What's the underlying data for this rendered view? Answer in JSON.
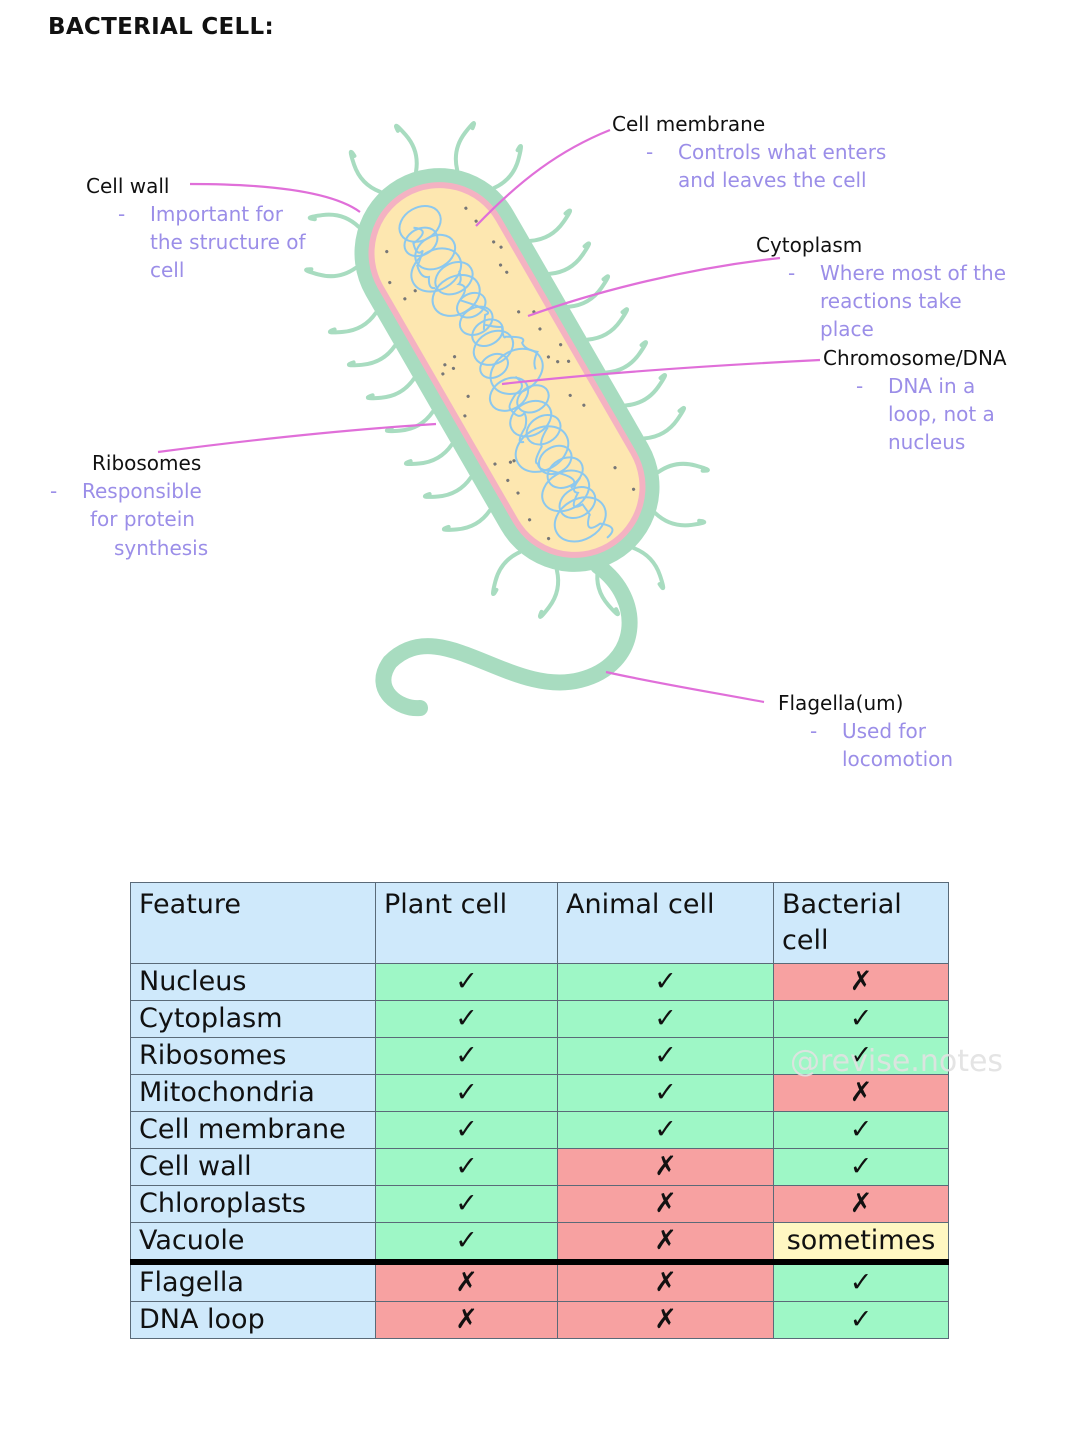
{
  "title": "BACTERIAL CELL:",
  "diagram": {
    "labels": {
      "cell_membrane": {
        "title": "Cell membrane",
        "desc": [
          "Controls what enters",
          "and leaves the cell"
        ]
      },
      "cell_wall": {
        "title": "Cell wall",
        "desc": [
          "Important for",
          "the structure of",
          "cell"
        ]
      },
      "cytoplasm": {
        "title": "Cytoplasm",
        "desc": [
          "Where most of the",
          "reactions take",
          "place"
        ]
      },
      "chromosome": {
        "title": "Chromosome/DNA",
        "desc": [
          "DNA in a",
          "loop, not a",
          "nucleus"
        ]
      },
      "ribosomes": {
        "title": "Ribosomes",
        "desc": [
          "Responsible",
          "for protein",
          "synthesis"
        ]
      },
      "flagella": {
        "title": "Flagella(um)",
        "desc": [
          "Used for",
          "locomotion"
        ]
      }
    },
    "dash": "-",
    "colors": {
      "wall": "#a8dcc0",
      "membrane": "#f4b2c2",
      "cytoplasm": "#fde7b0",
      "dna": "#8cc8ee",
      "leader": "#e06fd9",
      "desc_text": "#9b8ee8"
    }
  },
  "table": {
    "headers": [
      "Feature",
      "Plant cell",
      "Animal cell",
      "Bacterial cell"
    ],
    "rows": [
      {
        "feature": "Nucleus",
        "plant": "✓",
        "animal": "✓",
        "bacterial": "✗"
      },
      {
        "feature": "Cytoplasm",
        "plant": "✓",
        "animal": "✓",
        "bacterial": "✓"
      },
      {
        "feature": "Ribosomes",
        "plant": "✓",
        "animal": "✓",
        "bacterial": "✓"
      },
      {
        "feature": "Mitochondria",
        "plant": "✓",
        "animal": "✓",
        "bacterial": "✗"
      },
      {
        "feature": "Cell membrane",
        "plant": "✓",
        "animal": "✓",
        "bacterial": "✓"
      },
      {
        "feature": "Cell wall",
        "plant": "✓",
        "animal": "✗",
        "bacterial": "✓"
      },
      {
        "feature": "Chloroplasts",
        "plant": "✓",
        "animal": "✗",
        "bacterial": "✗"
      },
      {
        "feature": "Vacuole",
        "plant": "✓",
        "animal": "✗",
        "bacterial": "sometimes"
      },
      {
        "feature": "Flagella",
        "plant": "✗",
        "animal": "✗",
        "bacterial": "✓"
      },
      {
        "feature": "DNA loop",
        "plant": "✗",
        "animal": "✗",
        "bacterial": "✓"
      }
    ],
    "colors": {
      "header": "#cfe9fb",
      "yes": "#9ef7c6",
      "no": "#f7a1a1",
      "sometimes": "#fff7c2"
    }
  },
  "watermark": "@revise.notes"
}
